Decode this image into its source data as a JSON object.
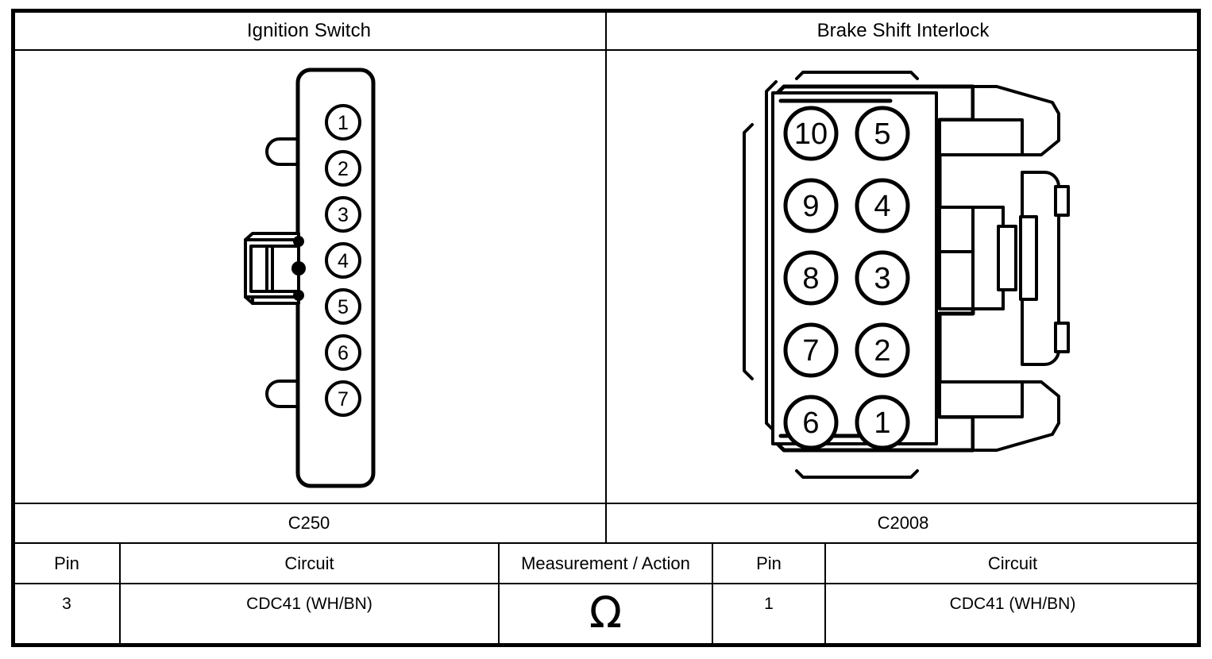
{
  "headers": {
    "left_title": "Ignition Switch",
    "right_title": "Brake Shift Interlock"
  },
  "connector_ids": {
    "left": "C250",
    "right": "C2008"
  },
  "table": {
    "columns": [
      "Pin",
      "Circuit",
      "Measurement / Action",
      "Pin",
      "Circuit"
    ],
    "rows": [
      {
        "left_pin": "3",
        "left_circuit": "CDC41 (WH/BN)",
        "measurement": "Ω",
        "right_pin": "1",
        "right_circuit": "CDC41 (WH/BN)"
      }
    ]
  },
  "connectors": {
    "ignition_switch": {
      "name": "C250",
      "pin_count": 7,
      "pin_labels": [
        "1",
        "2",
        "3",
        "4",
        "5",
        "6",
        "7"
      ],
      "layout": "single-column"
    },
    "brake_shift_interlock": {
      "name": "C2008",
      "pin_count": 10,
      "pin_rows": [
        [
          "10",
          "5"
        ],
        [
          "9",
          "4"
        ],
        [
          "8",
          "3"
        ],
        [
          "7",
          "2"
        ],
        [
          "6",
          "1"
        ]
      ],
      "layout": "two-column"
    }
  },
  "colors": {
    "line": "#000000",
    "background": "#ffffff"
  }
}
